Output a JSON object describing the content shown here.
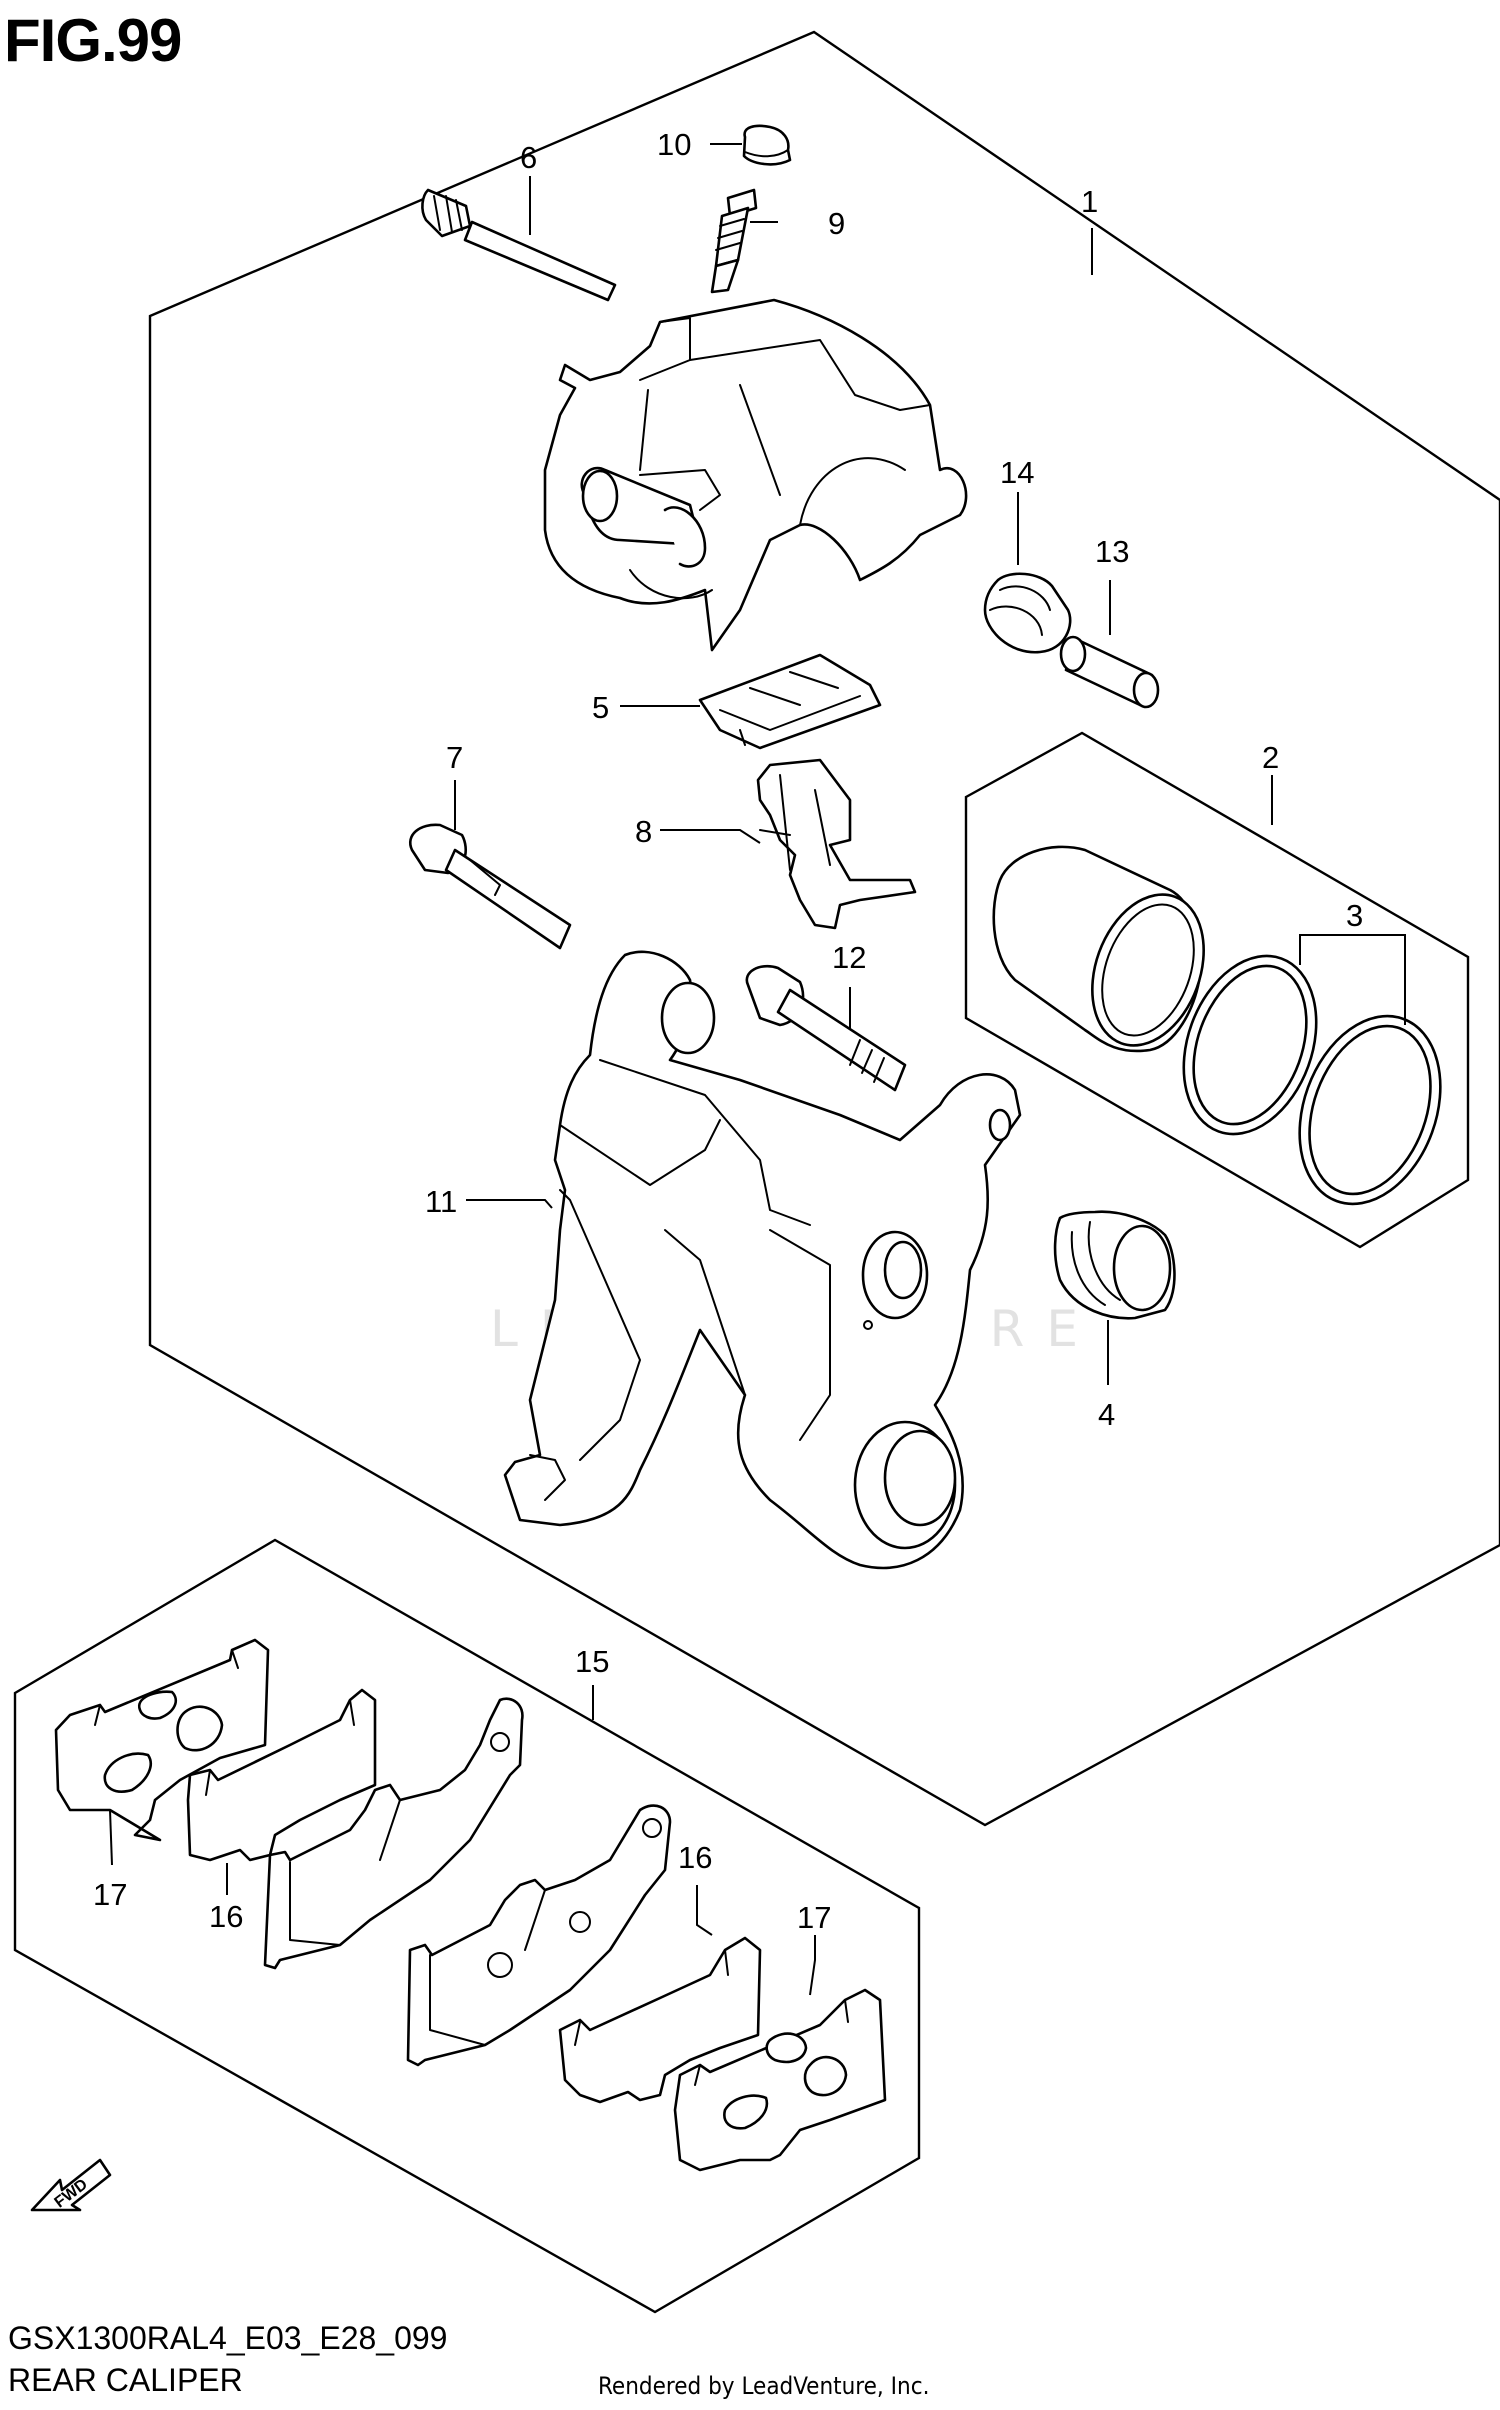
{
  "figure_title": "FIG.99",
  "footer": {
    "model_code": "GSX1300RAL4_E03_E28_099",
    "section_name": "REAR CALIPER",
    "credit": "Rendered by LeadVenture, Inc."
  },
  "watermark": "LEADVENTURE",
  "fwd_label": "FWD",
  "callouts": [
    {
      "id": "1",
      "label": "1"
    },
    {
      "id": "2",
      "label": "2"
    },
    {
      "id": "3",
      "label": "3"
    },
    {
      "id": "4",
      "label": "4"
    },
    {
      "id": "5",
      "label": "5"
    },
    {
      "id": "6",
      "label": "6"
    },
    {
      "id": "7",
      "label": "7"
    },
    {
      "id": "8",
      "label": "8"
    },
    {
      "id": "9",
      "label": "9"
    },
    {
      "id": "10",
      "label": "10"
    },
    {
      "id": "11",
      "label": "11"
    },
    {
      "id": "12",
      "label": "12"
    },
    {
      "id": "13",
      "label": "13"
    },
    {
      "id": "14",
      "label": "14"
    },
    {
      "id": "15",
      "label": "15"
    },
    {
      "id": "16a",
      "label": "16"
    },
    {
      "id": "16b",
      "label": "16"
    },
    {
      "id": "17a",
      "label": "17"
    },
    {
      "id": "17b",
      "label": "17"
    }
  ]
}
